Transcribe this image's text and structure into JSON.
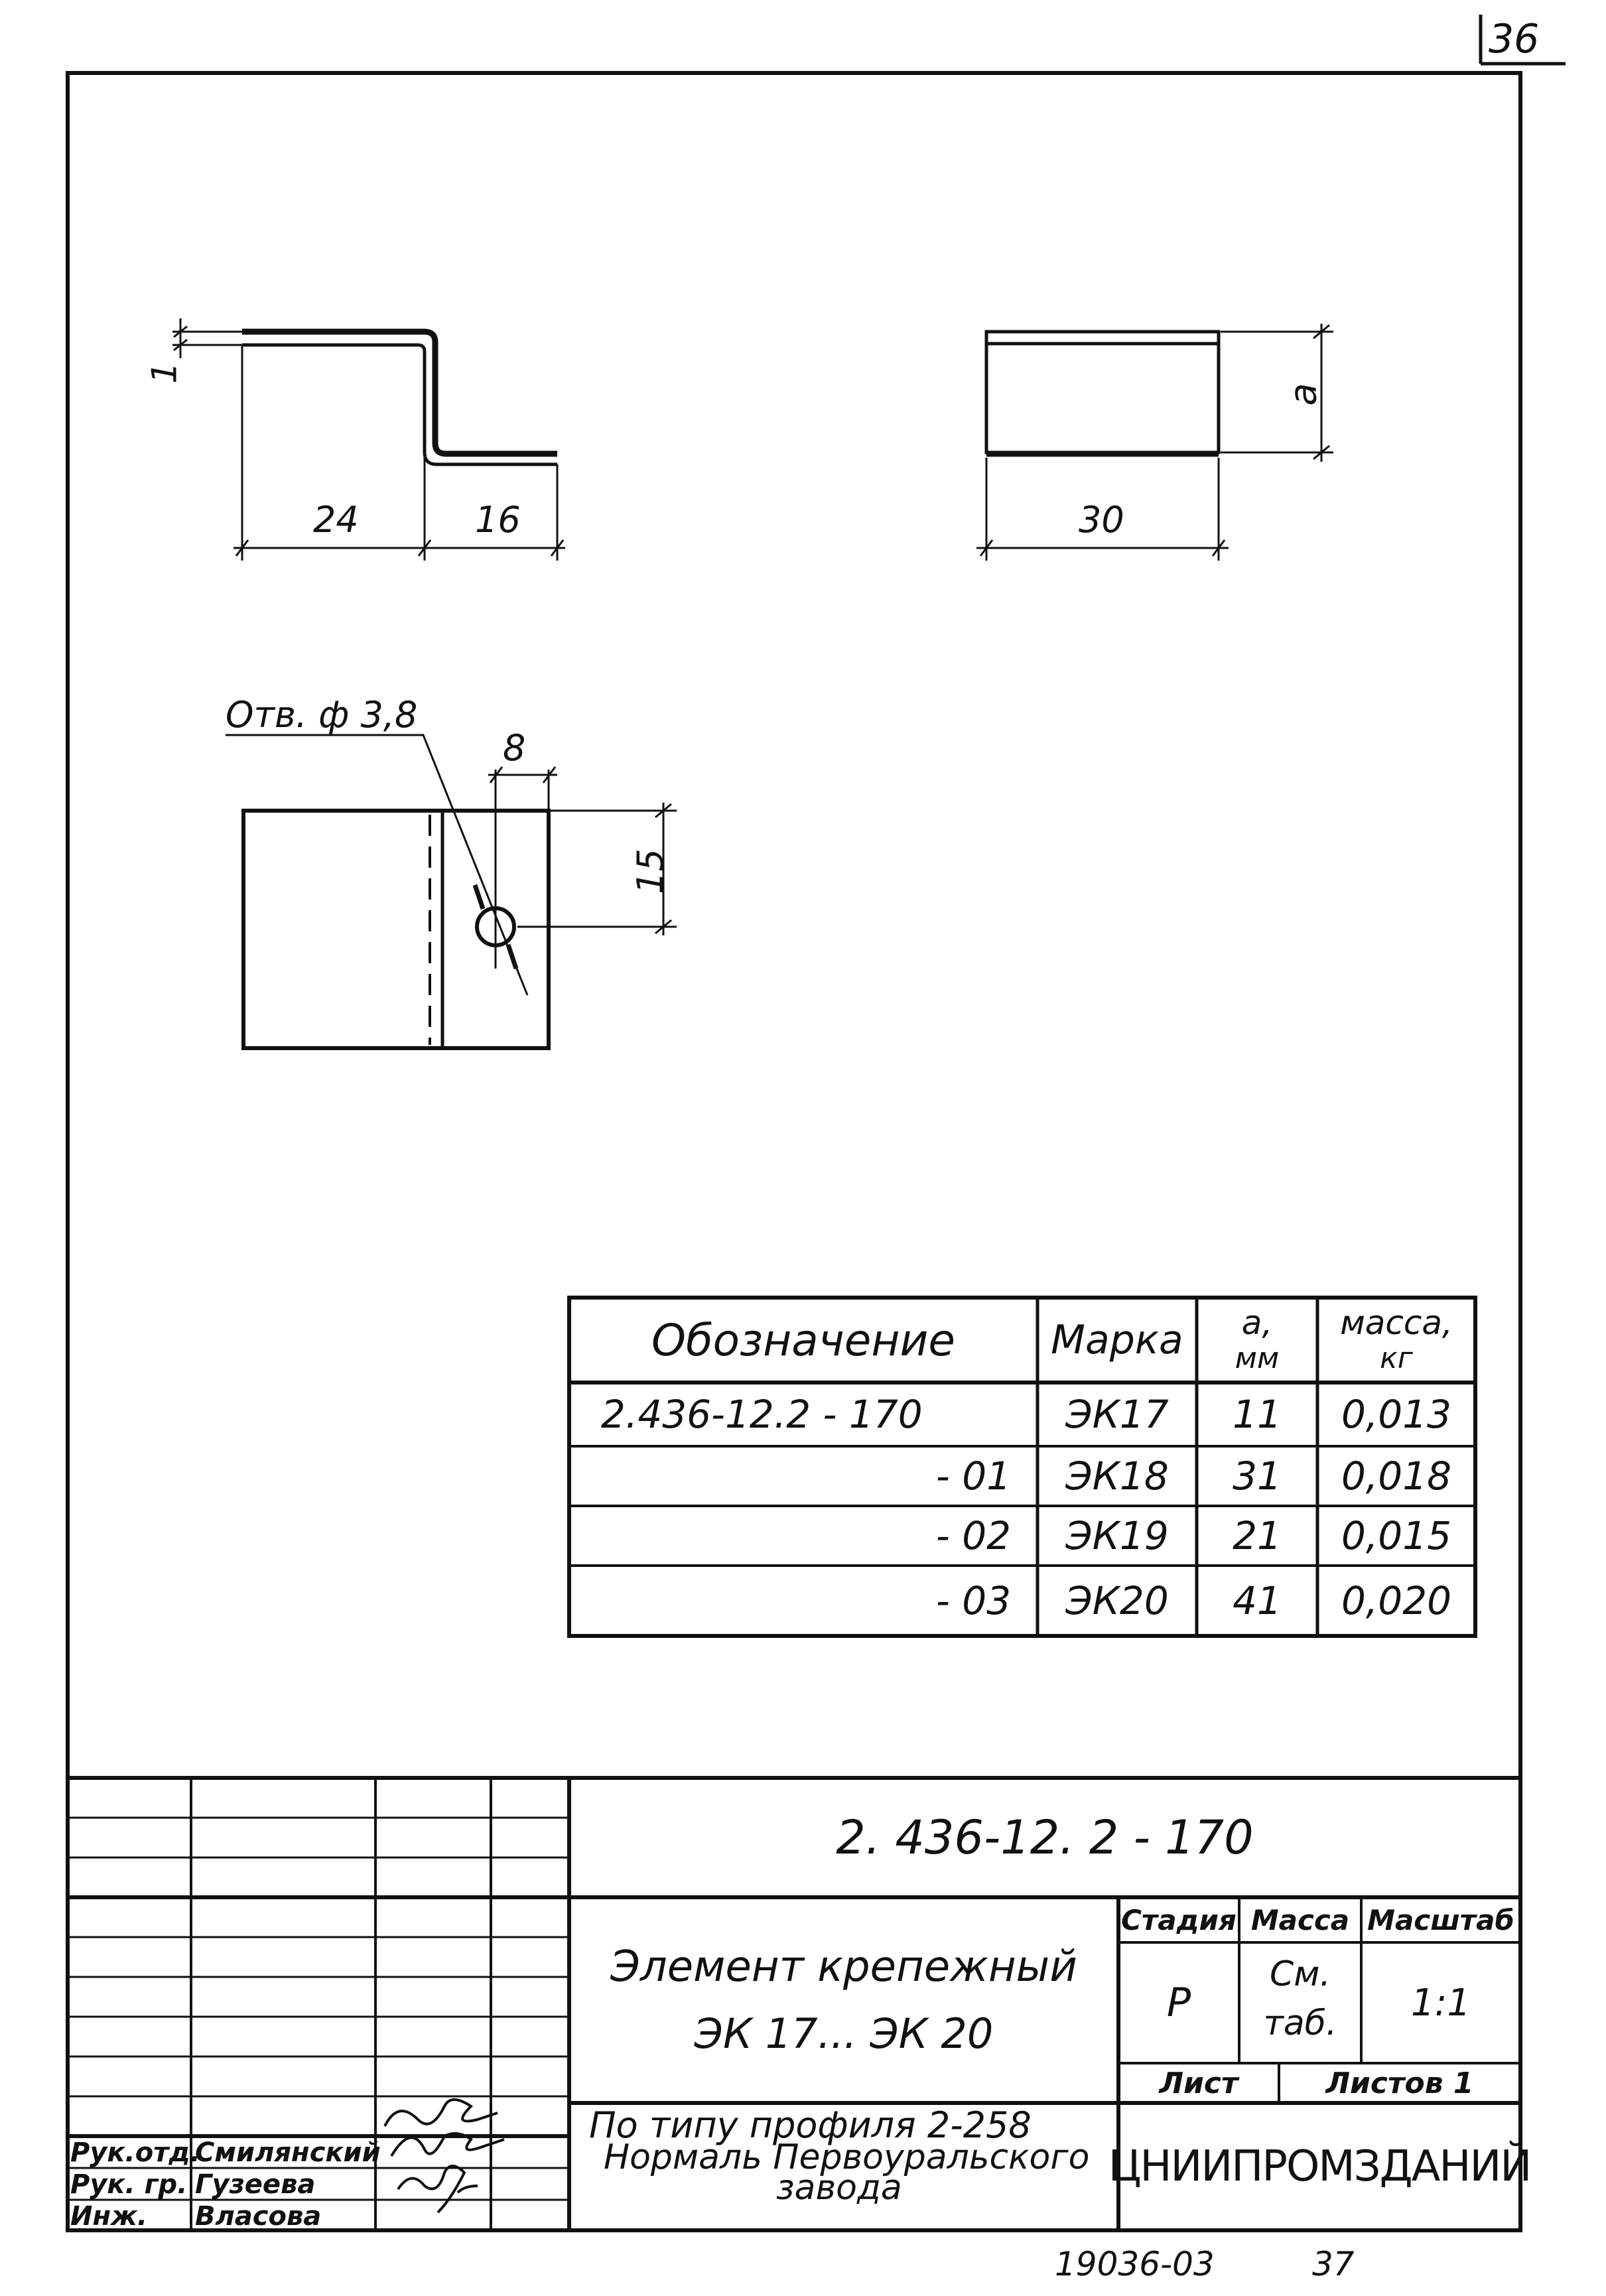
{
  "sheet_number": "36",
  "drawing": {
    "dims": {
      "thickness": "1",
      "width_left": "24",
      "width_right": "16",
      "height_a": "a",
      "length": "30",
      "hole_offset": "8",
      "hole_height": "15"
    },
    "hole_note": "Отв. ф 3,8"
  },
  "spec_table": {
    "headers": {
      "designation": "Обозначение",
      "mark": "Марка",
      "a_top": "a,",
      "a_unit": "мм",
      "mass_top": "масса,",
      "mass_unit": "кг"
    },
    "rows": [
      {
        "designation": "2.436-12.2 - 170",
        "mark": "ЭК17",
        "a": "11",
        "mass": "0,013"
      },
      {
        "designation": "- 01",
        "mark": "ЭК18",
        "a": "31",
        "mass": "0,018"
      },
      {
        "designation": "- 02",
        "mark": "ЭК19",
        "a": "21",
        "mass": "0,015"
      },
      {
        "designation": "- 03",
        "mark": "ЭК20",
        "a": "41",
        "mass": "0,020"
      }
    ]
  },
  "title_block": {
    "doc_code": "2. 436-12. 2 - 170",
    "item_name_1": "Элемент крепежный",
    "item_name_2": "ЭК 17... ЭК 20",
    "stage_label": "Стадия",
    "mass_label": "Масса",
    "scale_label": "Масштаб",
    "stage_value": "Р",
    "mass_value_1": "См.",
    "mass_value_2": "таб.",
    "scale_value": "1:1",
    "sheet_label": "Лист",
    "sheets_label": "Листов 1",
    "note_1": "По типу профиля 2-258",
    "note_2": "Нормаль Первоуральского",
    "note_3": "завода",
    "organization": "ЦНИИПРОМЗДАНИЙ",
    "signers": [
      {
        "role": "Рук.отд.",
        "name": "Смилянский"
      },
      {
        "role": "Рук. гр.",
        "name": "Гузеева"
      },
      {
        "role": "Инж.",
        "name": "Власова"
      }
    ]
  },
  "footer": {
    "archive_number": "19036-03",
    "page": "37"
  }
}
